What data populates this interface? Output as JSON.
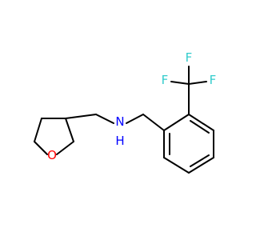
{
  "molecule": {
    "atoms": {
      "oxygen": {
        "symbol": "O",
        "color": "#ff0000"
      },
      "nitrogen": {
        "symbol": "N",
        "color": "#0000ff"
      },
      "amine_hydrogen": {
        "symbol": "H",
        "color": "#0000ff"
      },
      "fluorine_left": {
        "symbol": "F",
        "color": "#33cccc"
      },
      "fluorine_top": {
        "symbol": "F",
        "color": "#33cccc"
      },
      "fluorine_right": {
        "symbol": "F",
        "color": "#33cccc"
      }
    },
    "bond_color": "#000000",
    "background": "#ffffff"
  }
}
